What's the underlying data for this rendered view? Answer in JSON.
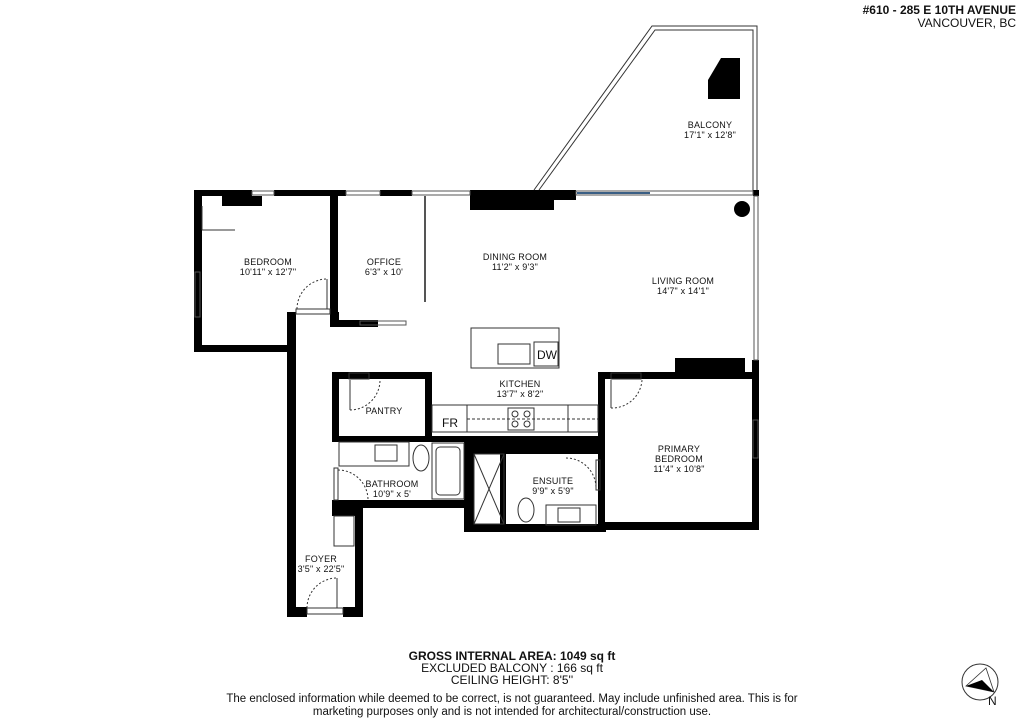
{
  "header": {
    "address_line1": "#610 - 285 E 10TH AVENUE",
    "address_line2": "VANCOUVER, BC"
  },
  "rooms": {
    "balcony": {
      "name": "BALCONY",
      "dims": "17'1\" x 12'8\""
    },
    "bedroom": {
      "name": "BEDROOM",
      "dims": "10'11\" x 12'7\""
    },
    "office": {
      "name": "OFFICE",
      "dims": "6'3\" x 10'"
    },
    "dining_room": {
      "name": "DINING ROOM",
      "dims": "11'2\" x 9'3\""
    },
    "living_room": {
      "name": "LIVING ROOM",
      "dims": "14'7\" x 14'1\""
    },
    "kitchen": {
      "name": "KITCHEN",
      "dims": "13'7\" x 8'2\""
    },
    "pantry": {
      "name": "PANTRY"
    },
    "primary_bedroom": {
      "name_line1": "PRIMARY",
      "name_line2": "BEDROOM",
      "dims": "11'4\" x 10'8\""
    },
    "bathroom": {
      "name": "BATHROOM",
      "dims": "10'9\" x 5'"
    },
    "ensuite": {
      "name": "ENSUITE",
      "dims": "9'9\" x 5'9\""
    },
    "foyer": {
      "name": "FOYER",
      "dims": "3'5\" x 22'5\""
    }
  },
  "fixtures": {
    "dishwasher": "DW",
    "fridge": "FR"
  },
  "summary": {
    "gross_internal_area": "GROSS INTERNAL AREA: 1049 sq ft",
    "excluded_balcony": "EXCLUDED BALCONY : 166 sq ft",
    "ceiling_height": "CEILING HEIGHT: 8'5''"
  },
  "disclaimer": {
    "line1": "The enclosed information while deemed to be correct, is not guaranteed. May include unfinished area. This is for",
    "line2": "marketing purposes only and is not intended for architectural/construction use."
  },
  "compass": {
    "label": "N"
  },
  "colors": {
    "wall": "#000000",
    "window_line": "#555555",
    "sliding_door": "#3a5f85",
    "background": "#ffffff"
  }
}
